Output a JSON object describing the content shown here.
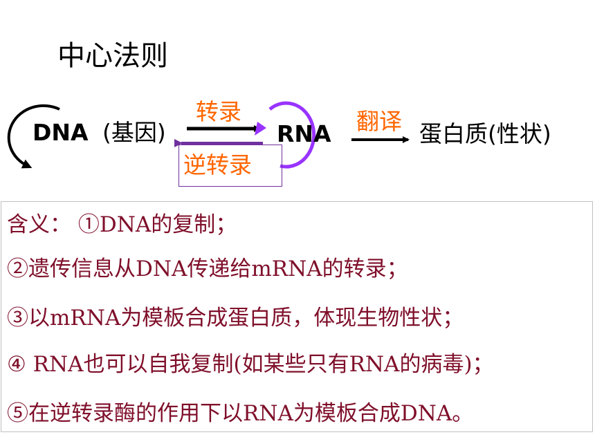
{
  "title": "中心法则",
  "nodes": {
    "dna": "DNA",
    "gene": "(基因)",
    "rna": "RNA",
    "protein": "蛋白质(性状)"
  },
  "arrows": {
    "transcription": "转录",
    "reverse_transcription": "逆转录",
    "translation": "翻译"
  },
  "meaning": {
    "lines": [
      "含义： ①DNA的复制；",
      "②遗传信息从DNA传递给mRNA的转录；",
      "③以mRNA为模板合成蛋白质，体现生物性状；",
      "④ RNA也可以自我复制(如某些只有RNA的病毒)；",
      "⑤在逆转录酶的作用下以RNA为模板合成DNA。"
    ]
  },
  "colors": {
    "accent_orange": "#ff6600",
    "reverse_arrow": "#7030a0",
    "rna_loop": "#9933ff",
    "meaning_text": "#7f0f2a"
  }
}
